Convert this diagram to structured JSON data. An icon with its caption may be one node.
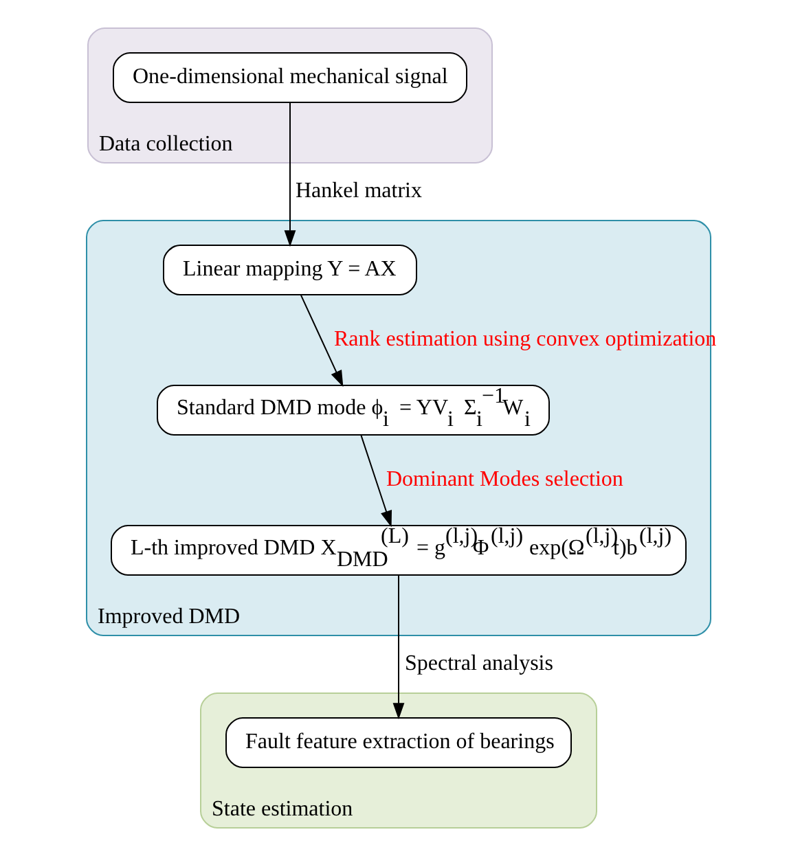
{
  "diagram": {
    "nodes": [
      {
        "text": [
          "Data collection"
        ]
      },
      {
        "text": [
          "One-dimensional mechanical signal"
        ],
        "in": 0
      },
      {
        "text": [
          "Improved DMD"
        ]
      },
      {
        "text": [
          "Linear mapping Y = AX"
        ],
        "in": 2
      },
      {
        "text": [
          "Standard DMD mode ϕ$_{i}$ = YV$_{i}$ Σ$_{i}$$^{−1}$W$_{i}$"
        ],
        "in": 2
      },
      {
        "text": [
          "L-th improved DMD X$_{DMD}$$^{(L)}$ = g$^{(l,j)}$Φ$^{(l,j)}$ exp(Ω$^{(l,j)}$t)b$^{(l,j)}$"
        ],
        "in": 2
      },
      {
        "text": [
          "State estimation"
        ]
      },
      {
        "text": [
          "Fault feature extraction of bearings"
        ],
        "in": 6
      }
    ],
    "edges": [
      {
        "from": 1,
        "to": 3,
        "arrow": "to",
        "label": "Hankel matrix"
      },
      {
        "from": 3,
        "to": 4,
        "arrow": "to",
        "label": "Rank estimation using convex optimization"
      },
      {
        "from": 4,
        "to": 5,
        "arrow": "to",
        "label": "Dominant Modes selection"
      },
      {
        "from": 5,
        "to": 7,
        "arrow": "to",
        "label": "Spectral analysis"
      }
    ]
  }
}
